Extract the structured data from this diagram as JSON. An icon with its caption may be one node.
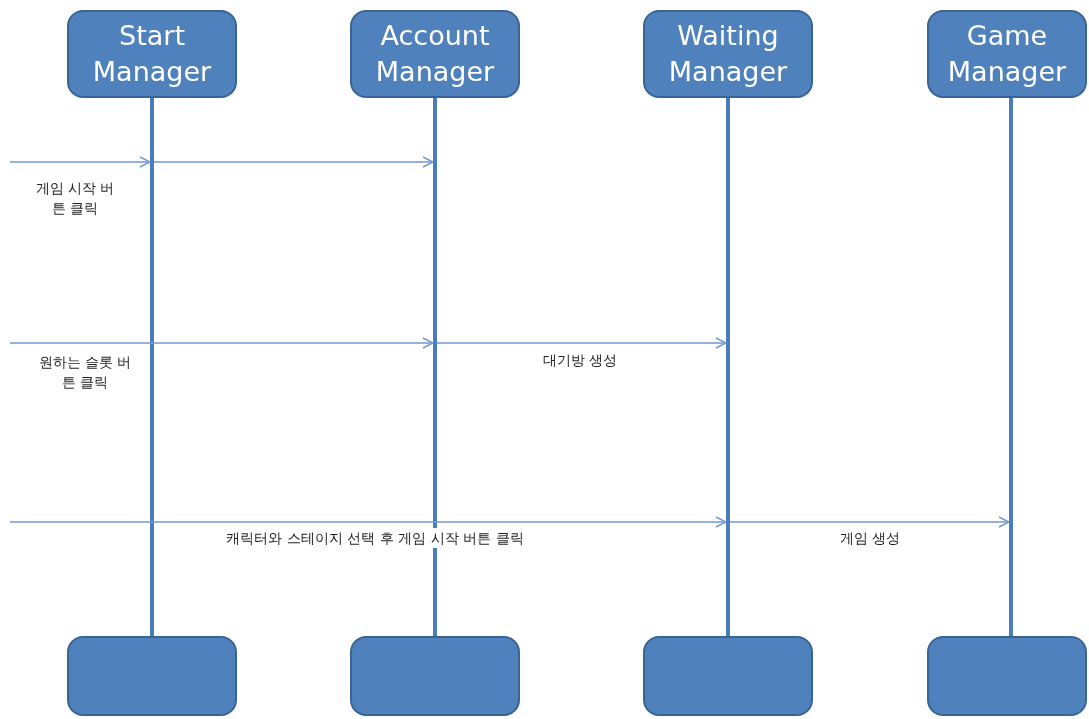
{
  "diagram": {
    "nodes": [
      {
        "text": [
          "Start Manager"
        ]
      },
      {
        "text": [
          "Account Manager"
        ]
      },
      {
        "text": [
          "Waiting Manager"
        ]
      },
      {
        "text": [
          "Game Manager"
        ]
      },
      {
        "text": [],
        "shape": "bar"
      },
      {
        "text": [],
        "shape": "bar"
      },
      {
        "text": [],
        "shape": "bar"
      },
      {
        "text": [],
        "shape": "bar"
      },
      {
        "text": [],
        "shape": "box"
      },
      {
        "text": [],
        "shape": "box"
      },
      {
        "text": [],
        "shape": "box"
      },
      {
        "text": [],
        "shape": "box"
      }
    ],
    "edges": [
      {
        "from": null,
        "to": 4,
        "arrow": "to",
        "label": "게임 시작 버튼 클릭"
      },
      {
        "from": 4,
        "to": 5,
        "arrow": "to"
      },
      {
        "from": null,
        "to": 5,
        "arrow": "to",
        "label": "원하는 슬롯 버튼 클릭"
      },
      {
        "from": 5,
        "to": 6,
        "arrow": "to",
        "label": "대기방 생성"
      },
      {
        "from": null,
        "to": 6,
        "arrow": "to",
        "label": "캐릭터와 스테이지 선택 후 게임 시작 버튼 클릭"
      },
      {
        "from": 6,
        "to": 7,
        "arrow": "to",
        "label": "게임 생성"
      }
    ]
  }
}
